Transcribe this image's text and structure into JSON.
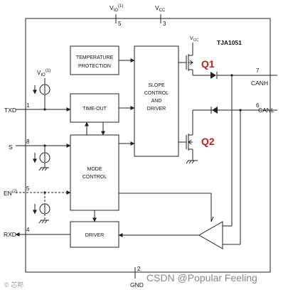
{
  "diagram": {
    "part": "TJA1051",
    "blocks": {
      "temperature": [
        "TEMPERATURE",
        "PROTECTION"
      ],
      "timeout": "TIME-OUT",
      "mode": [
        "MODE",
        "CONTROL"
      ],
      "driver": "DRIVER",
      "slope": [
        "SLOPE",
        "CONTROL",
        "AND",
        "DRIVER"
      ]
    },
    "pins": {
      "txd": {
        "label": "TXD",
        "number": "1"
      },
      "s": {
        "label": "S",
        "number": "8"
      },
      "en": {
        "label": "EN",
        "sup": "(2)",
        "number": "5"
      },
      "rxd": {
        "label": "RXD",
        "number": "4"
      },
      "vio": {
        "label": "V",
        "sub": "IO",
        "sup": "(1)",
        "number": "5"
      },
      "vcc": {
        "label": "V",
        "sub": "CC",
        "number": "3"
      },
      "canh": {
        "label": "CANH",
        "number": "7"
      },
      "canl": {
        "label": "CANL",
        "number": "6"
      },
      "gnd": {
        "label": "GND",
        "number": "2"
      }
    },
    "internal_labels": {
      "vio_source": {
        "label": "V",
        "sub": "IO",
        "sup": "(1)"
      },
      "vcc_top": {
        "label": "V",
        "sub": "CC"
      }
    },
    "transistors": {
      "q1": "Q1",
      "q2": "Q2",
      "color": "#cc1a1a"
    },
    "watermark": {
      "text": "CSDN @Popular Feeling",
      "corner": "© 芯邦"
    }
  }
}
